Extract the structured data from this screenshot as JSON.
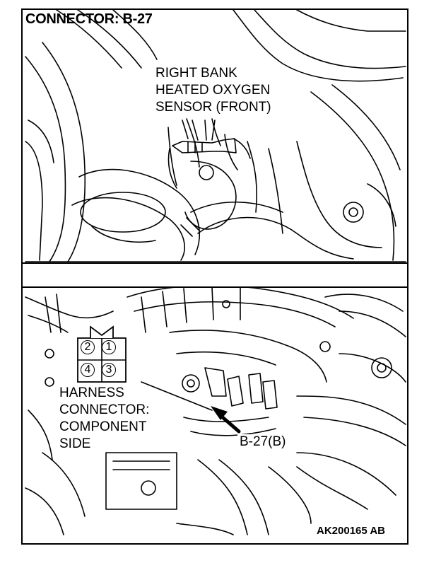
{
  "title": "CONNECTOR: B-27",
  "sensor_label": [
    "RIGHT BANK",
    "HEATED OXYGEN",
    "SENSOR (FRONT)"
  ],
  "harness_label": [
    "HARNESS",
    "CONNECTOR:",
    "COMPONENT",
    "SIDE"
  ],
  "connector_label": "B-27(B)",
  "pins": {
    "p1": "1",
    "p2": "2",
    "p3": "3",
    "p4": "4"
  },
  "illustration_code": "AK200165 AB"
}
